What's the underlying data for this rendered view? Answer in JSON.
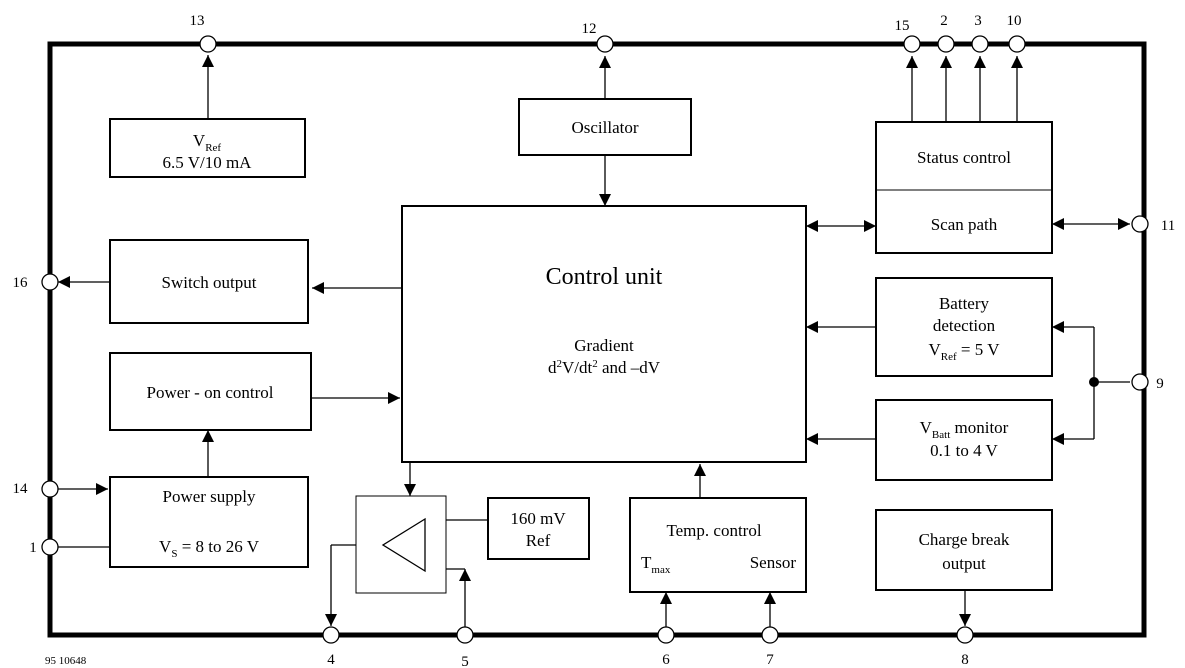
{
  "figure_id": "95 10648",
  "pins": {
    "p1": "1",
    "p2": "2",
    "p3": "3",
    "p4": "4",
    "p5": "5",
    "p6": "6",
    "p7": "7",
    "p8": "8",
    "p9": "9",
    "p10": "10",
    "p11": "11",
    "p12": "12",
    "p13": "13",
    "p14": "14",
    "p15": "15",
    "p16": "16"
  },
  "blocks": {
    "vref": {
      "base": "V",
      "sub": "Ref",
      "line2": "6.5 V/10 mA"
    },
    "oscillator": "Oscillator",
    "status_control": "Status control",
    "scan_path": "Scan path",
    "switch_output": "Switch output",
    "control_unit": {
      "title": "Control unit",
      "line1": "Gradient",
      "line2_a": "d",
      "line2_sup1": "2",
      "line2_b": "V/dt",
      "line2_sup2": "2",
      "line2_c": " and –dV"
    },
    "battery_detection": {
      "line1": "Battery",
      "line2": "detection",
      "line3_base": "V",
      "line3_sub": "Ref",
      "line3_rest": " = 5 V"
    },
    "power_on_control": "Power - on control",
    "vbatt_monitor": {
      "base": "V",
      "sub": "Batt",
      "rest": " monitor",
      "line2": "0.1 to 4 V"
    },
    "power_supply": {
      "line1": "Power supply",
      "line2_base": "V",
      "line2_sub": "S",
      "line2_rest": " = 8 to 26 V"
    },
    "ref_160": {
      "line1": "160 mV",
      "line2": "Ref"
    },
    "temp_control": {
      "line1": "Temp. control",
      "tmax_base": "T",
      "tmax_sub": "max",
      "sensor": "Sensor"
    },
    "charge_break": {
      "line1": "Charge break",
      "line2": "output"
    }
  }
}
